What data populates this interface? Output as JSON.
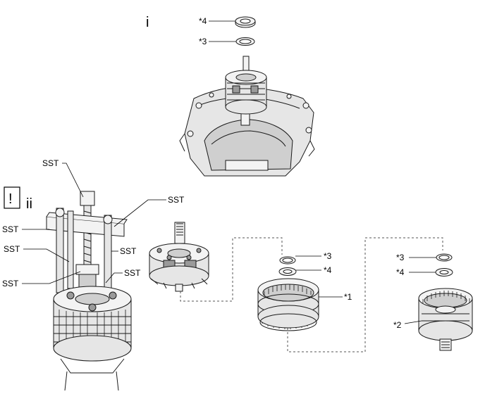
{
  "view_labels": {
    "view_i": "i",
    "view_ii": "ii"
  },
  "caution_symbol": "!",
  "callouts": {
    "top_star4": "*4",
    "top_star3": "*3",
    "sst_top": "SST",
    "sst_right": "SST",
    "sst_left_1": "SST",
    "sst_left_2": "SST",
    "sst_mid_right": "SST",
    "sst_left_3": "SST",
    "sst_lower_right": "SST",
    "mid_star3": "*3",
    "mid_star4": "*4",
    "mid_star1": "*1",
    "right_star3": "*3",
    "right_star4": "*4",
    "right_star2": "*2"
  }
}
